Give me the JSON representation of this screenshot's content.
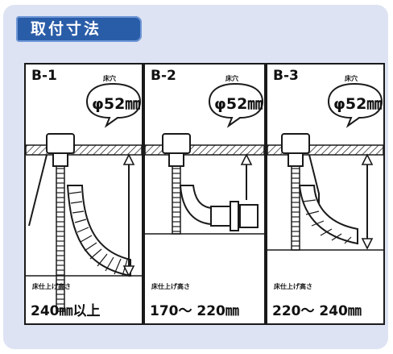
{
  "title": "取付寸法",
  "panels": [
    {
      "id": "B-1",
      "hole_label": "床穴",
      "diameter": "φ52㎜",
      "height_label": "床仕上げ高さ",
      "height_value": "240㎜以上"
    },
    {
      "id": "B-2",
      "hole_label": "床穴",
      "diameter": "φ52㎜",
      "height_label": "床仕上げ高さ",
      "height_value": "170～ 220㎜"
    },
    {
      "id": "B-3",
      "hole_label": "床穴",
      "diameter": "φ52㎜",
      "height_label": "床仕上げ高さ",
      "height_value": "220～ 240㎜"
    }
  ],
  "colors": {
    "title_bg": "#2a5da8",
    "frame_bg": "#dde3f2",
    "line": "#1a1a1a"
  }
}
